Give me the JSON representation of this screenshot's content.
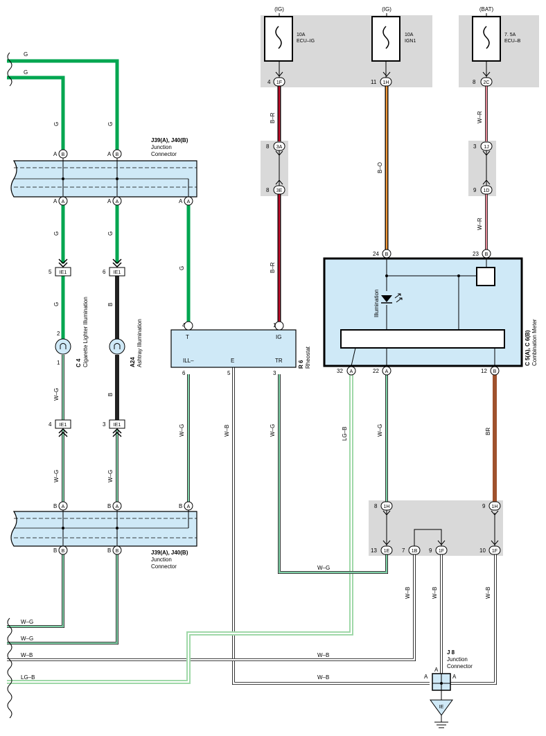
{
  "fuses": [
    {
      "power": "(IG)",
      "rating": "10A",
      "name": "ECU–IG",
      "pin": "4",
      "conn": "1F"
    },
    {
      "power": "(IG)",
      "rating": "10A",
      "name": "IGN1",
      "pin": "11",
      "conn": "1H"
    },
    {
      "power": "(BAT)",
      "rating": "7. 5A",
      "name": "ECU–B",
      "pin": "8",
      "conn": "2C"
    }
  ],
  "left_inputs": {
    "top_wires": [
      "G",
      "G"
    ],
    "bottom_wires": [
      "W–G",
      "W–G",
      "W–B",
      "LG–B"
    ]
  },
  "junction_top": {
    "id": "J39(A), J40(B)",
    "desc_line1": "Junction",
    "desc_line2": "Connector",
    "pin_a": "A",
    "pin_b": "B"
  },
  "junction_bottom": {
    "id": "J39(A), J40(B)",
    "desc_line1": "Junction",
    "desc_line2": "Connector",
    "pin_a": "A",
    "pin_b": "B"
  },
  "ie1": {
    "label": "IE1",
    "pins": [
      "5",
      "6",
      "4",
      "3"
    ]
  },
  "cig": {
    "id": "C 4",
    "desc": "Cigarette Lighter Illumination",
    "pin_top": "2",
    "pin_bot": "1"
  },
  "ash": {
    "id": "A24",
    "desc": "Ashtray Illumination"
  },
  "rheostat": {
    "id": "R 6",
    "desc": "Rheostat",
    "t": "T",
    "ig": "IG",
    "ill": "ILL–",
    "e": "E",
    "tr": "TR",
    "pins": [
      "4",
      "1",
      "6",
      "5",
      "3"
    ]
  },
  "meter": {
    "id": "C 5(A), C 6(B)",
    "desc": "Combination Meter",
    "illum": "Illumination",
    "pins": [
      "24",
      "23",
      "32",
      "22",
      "12"
    ]
  },
  "conns": {
    "c3a": "3A",
    "c3e": "3E",
    "c1j": "1J",
    "c1d": "1D",
    "c1h": "1H",
    "c1e": "1E",
    "c1b": "1B",
    "c1f": "1F"
  },
  "wire_colors": {
    "br": "B–R",
    "bo": "B–O",
    "wr": "W–R",
    "g": "G",
    "b": "B",
    "wg": "W–G",
    "wb": "W–B",
    "lgb": "LG–B",
    "brn": "BR"
  },
  "j8": {
    "id": "J 8",
    "desc_line1": "Junction",
    "desc_line2": "Connector",
    "pin": "A"
  },
  "ground": {
    "label": "IE"
  },
  "colors": {
    "green": "#00a650",
    "light_green": "#9fd8a8",
    "red": "#c8102e",
    "orange": "#f39a3c",
    "brown": "#a0522d",
    "blue_fill": "#cfe9f7",
    "gray_fill": "#d9d9d9"
  }
}
